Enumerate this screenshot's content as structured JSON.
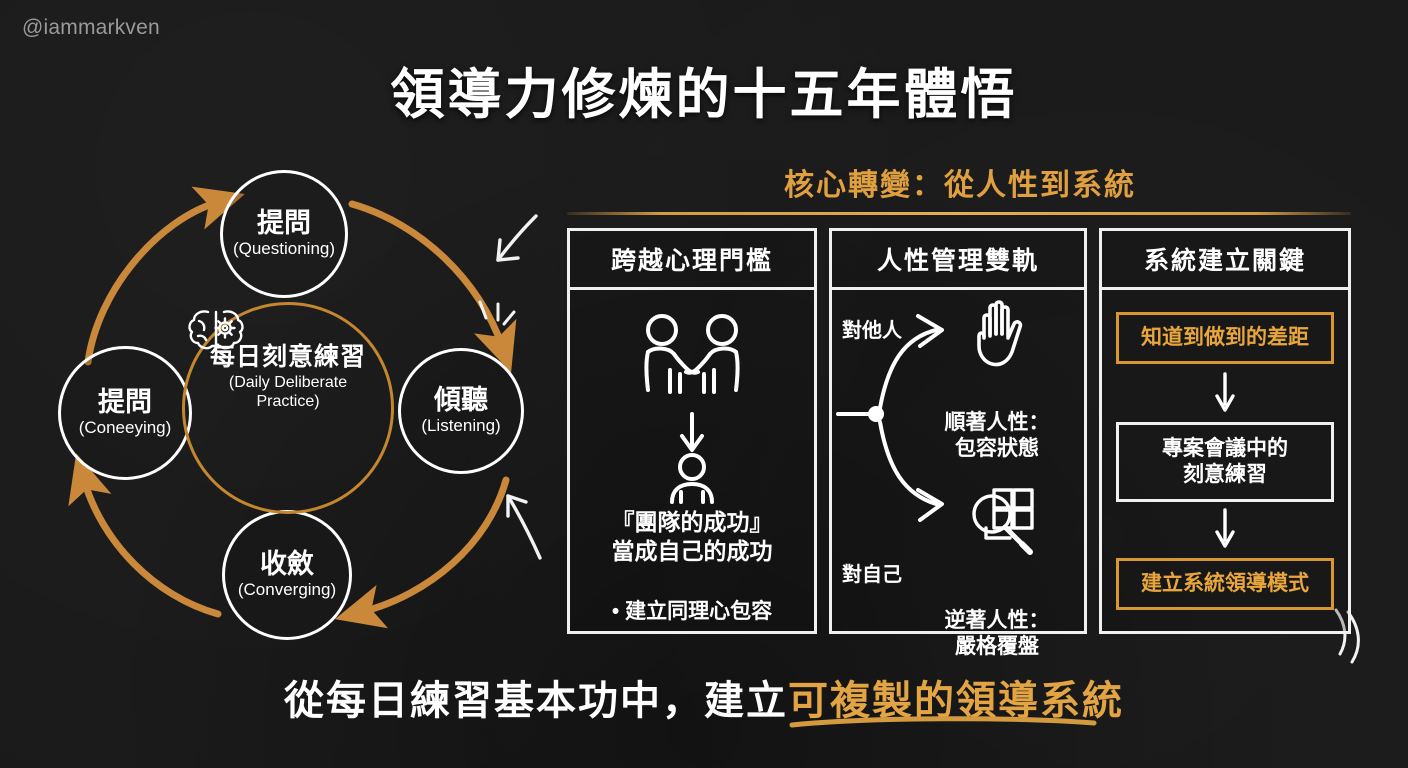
{
  "meta": {
    "watermark": "@iammarkven",
    "title": "領導力修煉的十五年體悟",
    "background_color": "#1a1a1a",
    "accent_color": "#e0a040",
    "text_color": "#ffffff"
  },
  "cycle": {
    "center": {
      "icon": "brain-gear-icon",
      "cn": "每日刻意練習",
      "en_line1": "(Daily Deliberate",
      "en_line2": "Practice)"
    },
    "nodes": [
      {
        "position": "top",
        "cn": "提問",
        "en": "(Questioning)"
      },
      {
        "position": "right",
        "cn": "傾聽",
        "en": "(Listening)"
      },
      {
        "position": "bottom",
        "cn": "收斂",
        "en": "(Converging)"
      },
      {
        "position": "left",
        "cn": "提問",
        "en": "(Coneeying)"
      }
    ]
  },
  "right_section": {
    "heading": "核心轉變：從人性到系統",
    "panels": [
      {
        "id": "panel-1",
        "title": "跨越心理門檻",
        "icons": [
          "handshake-icon",
          "down-arrow-icon",
          "person-icon"
        ],
        "text_line1": "『團隊的成功』",
        "text_line2": "當成自己的成功",
        "bullet": "• 建立同理心包容"
      },
      {
        "id": "panel-2",
        "title": "人性管理雙軌",
        "branch_top_label": "對他人",
        "branch_bottom_label": "對自己",
        "top_icon": "open-hand-icon",
        "bottom_icon": "magnifier-checklist-icon",
        "top_caption_line1": "順著人性：",
        "top_caption_line2": "包容狀態",
        "bottom_caption_line1": "逆著人性：",
        "bottom_caption_line2": "嚴格覆盤"
      },
      {
        "id": "panel-3",
        "title": "系統建立關鍵",
        "steps": [
          {
            "label": "知道到做到的差距",
            "style": "accent",
            "color": "#e8a63c"
          },
          {
            "label_line1": "專案會議中的",
            "label_line2": "刻意練習",
            "style": "plain",
            "color": "#ffffff"
          },
          {
            "label": "建立系統領導模式",
            "style": "accent",
            "color": "#e8a63c"
          }
        ]
      }
    ]
  },
  "bottom_caption": {
    "plain_part": "從每日練習基本功中，建立",
    "highlight_part": "可複製的領導系統"
  }
}
